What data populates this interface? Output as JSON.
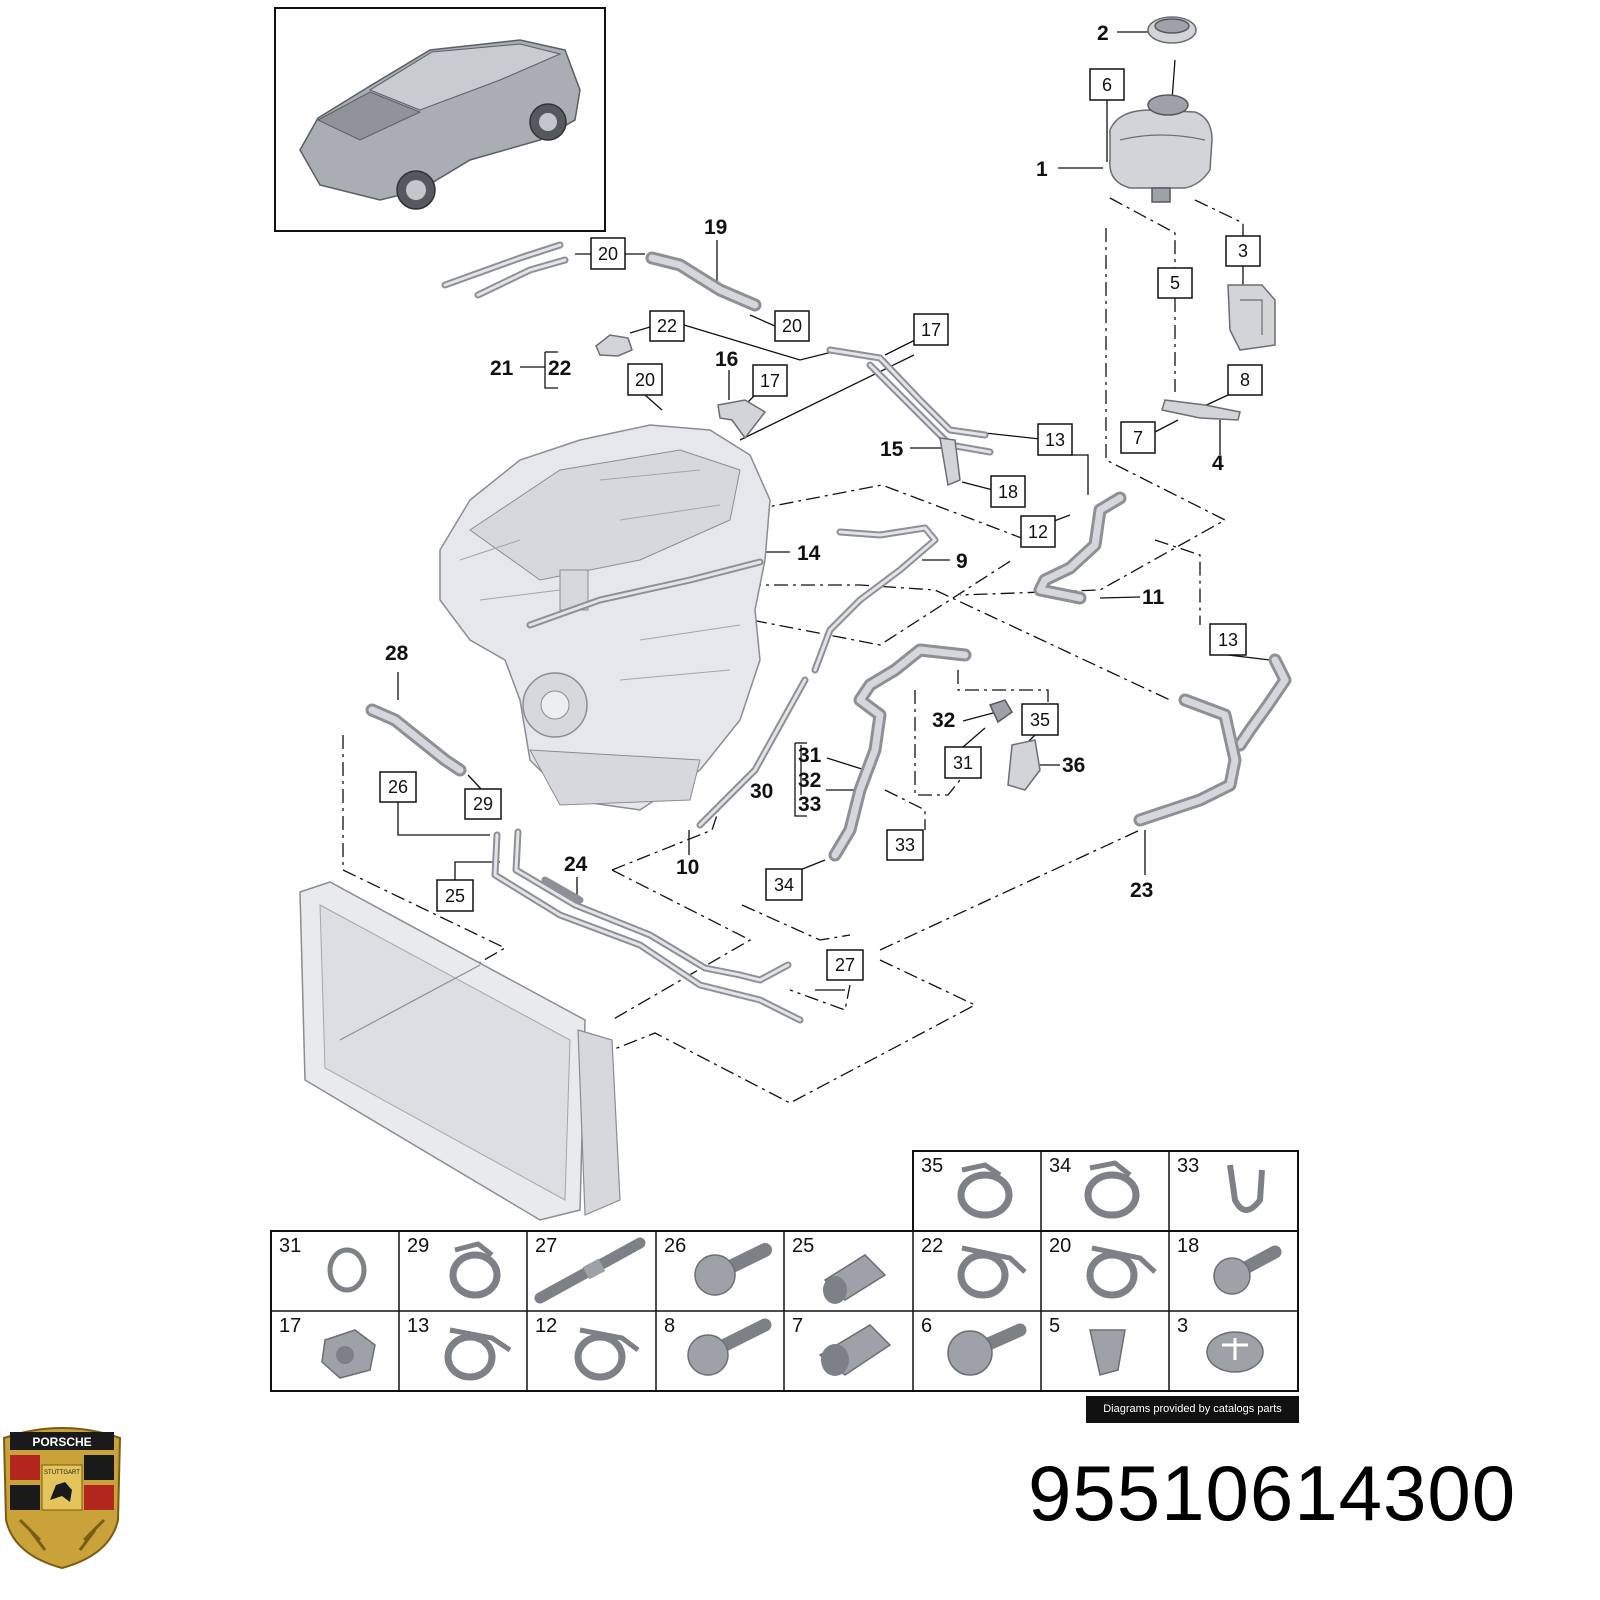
{
  "labels": {
    "l1": "1",
    "l2": "2",
    "l3": "3",
    "l4": "4",
    "l5": "5",
    "l6": "6",
    "l7": "7",
    "l8": "8",
    "l9": "9",
    "l10": "10",
    "l11": "11",
    "l12": "12",
    "l13a": "13",
    "l13b": "13",
    "l14": "14",
    "l15": "15",
    "l16": "16",
    "l17a": "17",
    "l17b": "17",
    "l18": "18",
    "l19": "19",
    "l20a": "20",
    "l20b": "20",
    "l20c": "20",
    "l21": "21",
    "l22a": "22",
    "l22b": "22",
    "l23": "23",
    "l24": "24",
    "l25": "25",
    "l26": "26",
    "l27": "27",
    "l28": "28",
    "l29": "29",
    "l30": "30",
    "l31a": "31",
    "l31b": "31",
    "l32a": "32",
    "l32b": "32",
    "l33a": "33",
    "l33b": "33",
    "l34": "34",
    "l35": "35",
    "l36": "36"
  },
  "hardware_grid": {
    "top_row": [
      "35",
      "34",
      "33"
    ],
    "middle_row": [
      "31",
      "29",
      "27",
      "26",
      "25",
      "22",
      "20",
      "18"
    ],
    "bottom_row": [
      "17",
      "13",
      "12",
      "8",
      "7",
      "6",
      "5",
      "3"
    ]
  },
  "footer_banner": "Diagrams provided by catalogs parts",
  "part_number": "95510614300",
  "logo": {
    "name": "porsche-crest",
    "wordmark": "PORSCHE",
    "city": "STUTTGART"
  },
  "colors": {
    "part_fill": "#d2d4d8",
    "part_stroke": "#6b6e74",
    "line": "#111111"
  }
}
